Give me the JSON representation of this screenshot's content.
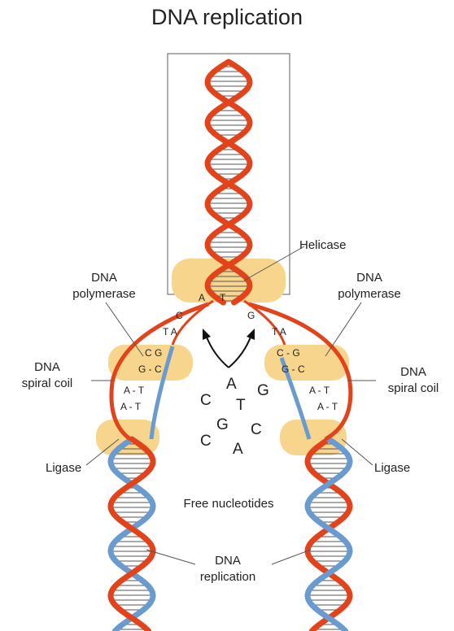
{
  "title": "DNA replication",
  "labels": {
    "helicase": "Helicase",
    "polymerase_left": [
      "DNA",
      "polymerase"
    ],
    "polymerase_right": [
      "DNA",
      "polymerase"
    ],
    "spiral_left": [
      "DNA",
      "spiral coil"
    ],
    "spiral_right": [
      "DNA",
      "spiral coil"
    ],
    "ligase_left": "Ligase",
    "ligase_right": "Ligase",
    "free_nucleotides": "Free nucleotides",
    "replication": [
      "DNA",
      "replication"
    ]
  },
  "pairs": {
    "helicase": [
      "A",
      "T"
    ],
    "left": {
      "top": [
        "C",
        "T A"
      ],
      "rows": [
        "C G",
        "G - C",
        "A - T",
        "A - T"
      ]
    },
    "right": {
      "top": [
        "G",
        "T A"
      ],
      "rows": [
        "C - G",
        "G - C",
        "A - T",
        "A - T"
      ]
    }
  },
  "free": [
    "A",
    "C",
    "G",
    "T",
    "G",
    "C",
    "C",
    "A"
  ],
  "colors": {
    "strand_old": "#e2431b",
    "strand_new": "#6a9bd0",
    "enzyme": "#f8d58c",
    "rung": "#555555"
  }
}
